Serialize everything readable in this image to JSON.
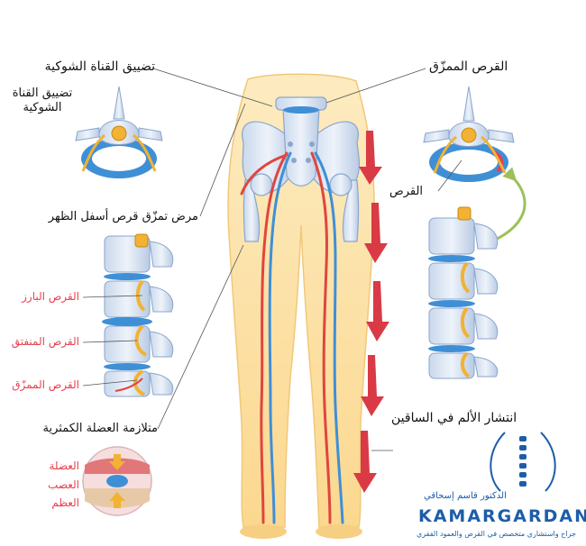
{
  "labels": {
    "stenosis_title": "تضييق القناة الشوكية",
    "stenosis_small": "تضييق القناة الشوكية",
    "torn_disc_title": "القرص الممزّق",
    "disc": "القرص",
    "low_back_tear": "مرض تمزّق قرص أسفل الظهر",
    "herniated_disc": "القرص البارز",
    "swollen_disc": "القرص المنفتق",
    "torn_disc": "القرص الممزّق",
    "piriformis": "متلازمة العضلة الكمثرية",
    "muscle": "العضلة",
    "nerve": "العصب",
    "bone": "العظم",
    "leg_pain": "انتشار الألم في الساقين"
  },
  "brand": {
    "doctor": "الدكتور قاسم إسحاقي",
    "name": "KAMARGARDAN",
    "tagline": "جراح واستشاري متخصص في القرص والعمود الفقري"
  },
  "colors": {
    "skin": "#fde3a7",
    "bone": "#d7e4f4",
    "disc_blue": "#3f8fd6",
    "nerve_orange": "#f2b233",
    "nerve_red": "#e0453f",
    "arrow_red": "#d93a45",
    "arrow_green": "#9cc15a",
    "brand_blue": "#1d5da8",
    "label_red": "#e5414f"
  }
}
